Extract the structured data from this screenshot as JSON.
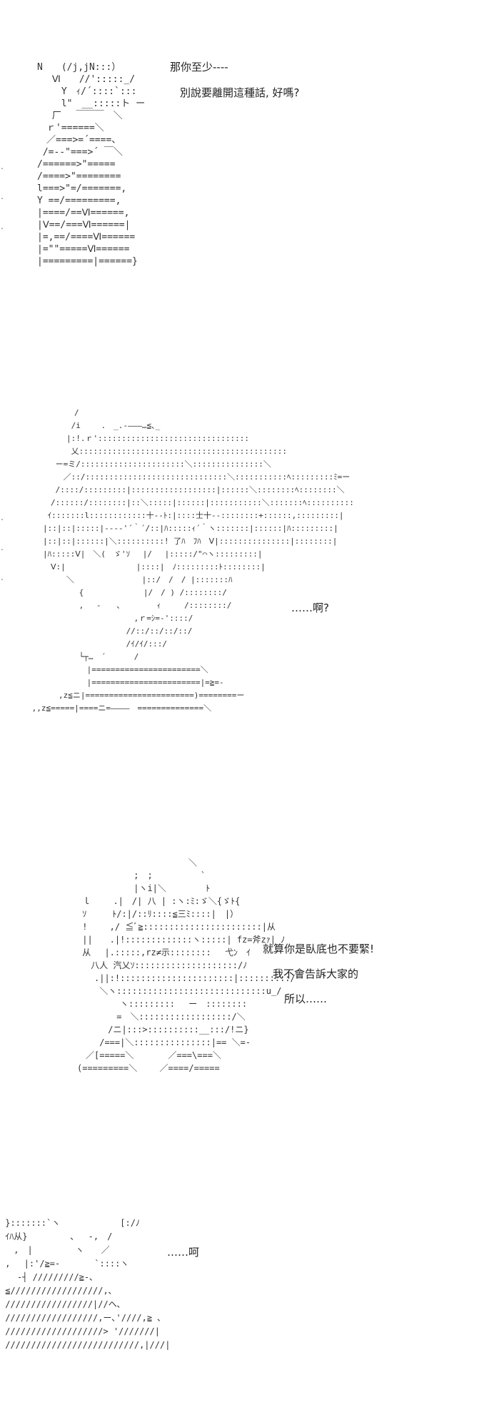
{
  "panels": [
    {
      "captions": [
        "那你至少----",
        "別說要離開這種話, 好嗎?"
      ],
      "art": "N　　(/j,jN:::）\n　 Ⅵ　　//':::::_/\n　　 Y　ｨ/´::::`:::\n　　 l\"　__:::::ト ー\n　 厂　 ￣￣￣　＼\n　ｒ'======＼\n　／===>=´====、\n /=--\"===>´ ￣＼\n/======>\"=====\n/====>\"========\nl===>\"=/=======,\nY ==/=========,\n|====/==Ⅵ======,\n|Ⅴ==/===Ⅵ======|\n|=,==/====Ⅵ======\n|=\"\"=====Ⅵ======\n|=========|======}"
    },
    {
      "captions": [
        "……啊?"
      ],
      "art": "　　　　　　/\n　　　　　 /i　　 .　_.-―――…≦､_\n　　　　　|:!.ｒ'::::::::::::::::::::::::::::::::\n　　　　　 乂::::::::::::::::::::::::::::::::::::::::::::\n　　　 ー=ミ/::::::::::::::::::::::＼:::::::::::::::＼\n　　　　 ／::/::::::::::::::::::::::::::::::＼:::::::::::ﾍ:::::::::ﾐ=ー\n　　　 /::::/:::::::::|::::::::::::::::::|::::::＼::::::::ﾍ::::::::＼\n　　　/::::::/::::::::|::＼:::::|::::::|:::::::::::＼:::::::ﾍ::::::::::\n　　 ｲ:::::::l::::::::::::十--ﾄ:|::::士十--::::::::+::::::,:::::::::|\n　　|::|::|:::::|---‐'´｀´/::|ﾊ:::::ｨ´｀ヽ:::::::|::::::|ﾊ:::::::::|\n　　|::|::|::::::|＼::::::::::! 了ﾊ　ﾌﾊ　Ⅴ|:::::::::::::::|::::::::|\n　　|ﾊ:::::Ⅴ|　＼(　ゞ'ｿ　 |/　 |:::::/\"⌒ヽ:::::::::|\n　　　Ⅴ:|　　　　　　　　　|::::|　ﾉ:::::::::ﾄ::::::::|\n　　　　　＼　　　　　　　　 |::/　/　/ |:::::::ﾊ\n　　　　　　 {　　　　　　　 |/　/ ) /::::::::/\n　　　　　　 ,　 -　　､　　　　 ｨ　　　/::::::::/\n　　　　　　　　　　　　　 ,ｒ=ｼ=-'::::/\n　　　　　　　　　　　　 //::/::/::/::/\n　　　　　　　　　　　　 /ｲ/ｲ/:::/\n　　　　　　 └┬…　´　　　 /\n　　　　　　　 |=======================＼\n　　　　　　　 |=======================|=≧=-\n　　　　,z≦ニ|=======================)========ー\n ,,z≦=====|====ニ=――――　==============＼"
    },
    {
      "captions": [
        "就算你是臥底也不要緊!",
        "我不會告訴大家的",
        "所以……"
      ],
      "art": "　　　　　　　　　　　　　　＼\n　　　　　　　 ;　;　　　　　 `\n　　　　　　　 |ヽi|＼　　　　 ﾄ\n　 ｌ　　 .|　/| 八 | :ヽ:ﾐ:ゞ＼{ゞﾄ{\n　 ｿ　　　ﾄ/:|/::ﾘ::::≦三ﾐ::::|　|）\n　 !　　 ,/ ≦ﾞ≧:::::::::::::::::::::::|从\n　 ||　　.|!:::::::::::::ヽ:::::| fz=斧zｧ| ﾉ\n　 从　 |.:::::,rz≠示::::::::　 弋ﾝ　ｲ\n　　 八人 汽乂ｿ::::::::::::::::::::/ﾉ\n　　　.||:!::::::::::::::::::::::|::::::::::/\n　　　 ＼ヽ:::::::::::::::::::::::::::::u_/\n　　　　　　ヽ:::::::::　 ー　::::::::\n　　　　　 =　＼::::::::::::::::::/＼\n　　　　 /ニ|:::>::::::::::__:::/!ニ}\n　　　 /===|＼:::::::::::::::|== ＼=-\n　　／[=====＼　　　　／===\\===＼\n　(=========＼　　 ／====/====="
    },
    {
      "captions": [
        "……呵"
      ],
      "art": " }:::::::`ヽ　　　　　　　[:/ﾉ\n ｲﾊ从}　　　　　､　 -,　/\n　 ,　|　　　　　ヽ　　／\n ,　 |:'/≧=-　　　　`::::ヽ\n　　-┤ /////////≧-､\n ≦//////////////////,､\n /////////////////|//ヘ､\n //////////////////,ー､'////,≧ ､\n ///////////////////> '///////|\n //////////////////////////,|///|"
    }
  ]
}
